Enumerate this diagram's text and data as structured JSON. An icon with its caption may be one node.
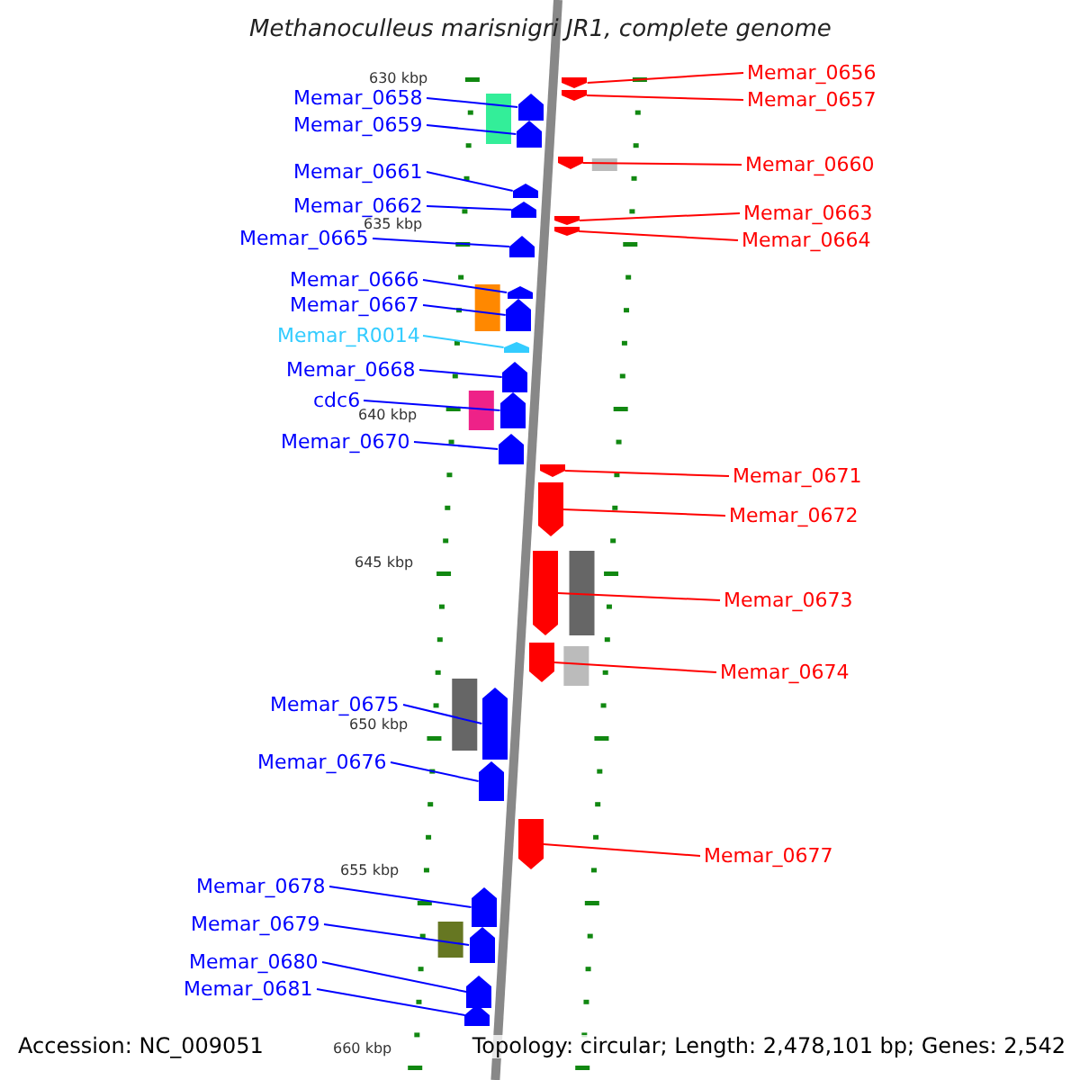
{
  "diagram": {
    "title": "Methanoculleus marisnigri JR1, complete genome",
    "nodes": [
      {
        "text": [
          "Memar_0656"
        ]
      },
      {
        "text": [],
        "shape": "arrow"
      },
      {
        "text": [
          "Memar_0657"
        ]
      },
      {
        "text": [],
        "shape": "arrow"
      },
      {
        "text": [
          "Memar_0658"
        ]
      },
      {
        "text": [],
        "shape": "arrow"
      },
      {
        "text": [
          "Memar_0659"
        ]
      },
      {
        "text": [],
        "shape": "arrow"
      },
      {
        "text": [
          "Memar_0660"
        ]
      },
      {
        "text": [],
        "shape": "arrow"
      },
      {
        "text": [
          "Memar_0661"
        ]
      },
      {
        "text": [],
        "shape": "arrow"
      },
      {
        "text": [
          "Memar_0662"
        ]
      },
      {
        "text": [],
        "shape": "arrow"
      },
      {
        "text": [
          "Memar_0663"
        ]
      },
      {
        "text": [],
        "shape": "arrow"
      },
      {
        "text": [
          "Memar_0665"
        ]
      },
      {
        "text": [],
        "shape": "arrow"
      },
      {
        "text": [
          "Memar_0664"
        ]
      },
      {
        "text": [],
        "shape": "arrow"
      },
      {
        "text": [
          "Memar_0666"
        ]
      },
      {
        "text": [],
        "shape": "arrow"
      },
      {
        "text": [
          "Memar_0667"
        ]
      },
      {
        "text": [],
        "shape": "arrow"
      },
      {
        "text": [
          "Memar_R0014"
        ]
      },
      {
        "text": [],
        "shape": "arrow"
      },
      {
        "text": [
          "Memar_0668"
        ]
      },
      {
        "text": [],
        "shape": "arrow"
      },
      {
        "text": [
          "cdc6"
        ]
      },
      {
        "text": [],
        "shape": "arrow"
      },
      {
        "text": [
          "Memar_0670"
        ]
      },
      {
        "text": [],
        "shape": "arrow"
      },
      {
        "text": [
          "Memar_0671"
        ]
      },
      {
        "text": [],
        "shape": "arrow"
      },
      {
        "text": [
          "Memar_0672"
        ]
      },
      {
        "text": [],
        "shape": "arrow"
      },
      {
        "text": [
          "Memar_0673"
        ]
      },
      {
        "text": [],
        "shape": "arrow"
      },
      {
        "text": [
          "Memar_0674"
        ]
      },
      {
        "text": [],
        "shape": "arrow"
      },
      {
        "text": [
          "Memar_0675"
        ]
      },
      {
        "text": [],
        "shape": "arrow"
      },
      {
        "text": [
          "Memar_0676"
        ]
      },
      {
        "text": [],
        "shape": "arrow"
      },
      {
        "text": [
          "Memar_0677"
        ]
      },
      {
        "text": [],
        "shape": "arrow"
      },
      {
        "text": [
          "Memar_0678"
        ]
      },
      {
        "text": [],
        "shape": "arrow"
      },
      {
        "text": [
          "Memar_0679"
        ]
      },
      {
        "text": [],
        "shape": "arrow"
      },
      {
        "text": [
          "Memar_0680"
        ]
      },
      {
        "text": [],
        "shape": "arrow"
      },
      {
        "text": [
          "Memar_0681"
        ]
      },
      {
        "text": [],
        "shape": "arrow"
      }
    ],
    "edges": [
      {
        "from": 0,
        "to": 1,
        "arrow": "none",
        "color": "#ff0000"
      },
      {
        "from": 2,
        "to": 3,
        "arrow": "none",
        "color": "#ff0000"
      },
      {
        "from": 4,
        "to": 5,
        "arrow": "none"
      },
      {
        "from": 6,
        "to": 7,
        "arrow": "none"
      },
      {
        "from": 8,
        "to": 9,
        "arrow": "none",
        "color": "#ff0000"
      },
      {
        "from": 10,
        "to": 11,
        "arrow": "none"
      },
      {
        "from": 12,
        "to": 13,
        "arrow": "none"
      },
      {
        "from": 14,
        "to": 15,
        "arrow": "none",
        "color": "#ff0000"
      },
      {
        "from": 16,
        "to": 17,
        "arrow": "none"
      },
      {
        "from": 18,
        "to": 19,
        "arrow": "none",
        "color": "#ff0000"
      },
      {
        "from": 20,
        "to": 21,
        "arrow": "none"
      },
      {
        "from": 22,
        "to": 23,
        "arrow": "none"
      },
      {
        "from": 24,
        "to": 25,
        "arrow": "none",
        "color": "#33ccff"
      },
      {
        "from": 26,
        "to": 27,
        "arrow": "none"
      },
      {
        "from": 28,
        "to": 29,
        "arrow": "none"
      },
      {
        "from": 30,
        "to": 31,
        "arrow": "none"
      },
      {
        "from": 32,
        "to": 33,
        "arrow": "none",
        "color": "#ff0000"
      },
      {
        "from": 34,
        "to": 35,
        "arrow": "none",
        "color": "#ff0000"
      },
      {
        "from": 36,
        "to": 37,
        "arrow": "none",
        "color": "#ff0000"
      },
      {
        "from": 38,
        "to": 39,
        "arrow": "none",
        "color": "#ff0000"
      },
      {
        "from": 40,
        "to": 41,
        "arrow": "none"
      },
      {
        "from": 42,
        "to": 43,
        "arrow": "none"
      },
      {
        "from": 44,
        "to": 45,
        "arrow": "none",
        "color": "#ff0000"
      },
      {
        "from": 46,
        "to": 47,
        "arrow": "none"
      },
      {
        "from": 48,
        "to": 49,
        "arrow": "none"
      },
      {
        "from": 50,
        "to": 51,
        "arrow": "none"
      },
      {
        "from": 52,
        "to": 53,
        "arrow": "none"
      }
    ],
    "labels": [
      "630 kbp",
      "635 kbp",
      "640 kbp",
      "645 kbp",
      "650 kbp",
      "655 kbp",
      "660 kbp",
      "Accession: NC_009051",
      "Topology: circular; Length: 2,478,101 bp; Genes: 2,542"
    ]
  }
}
